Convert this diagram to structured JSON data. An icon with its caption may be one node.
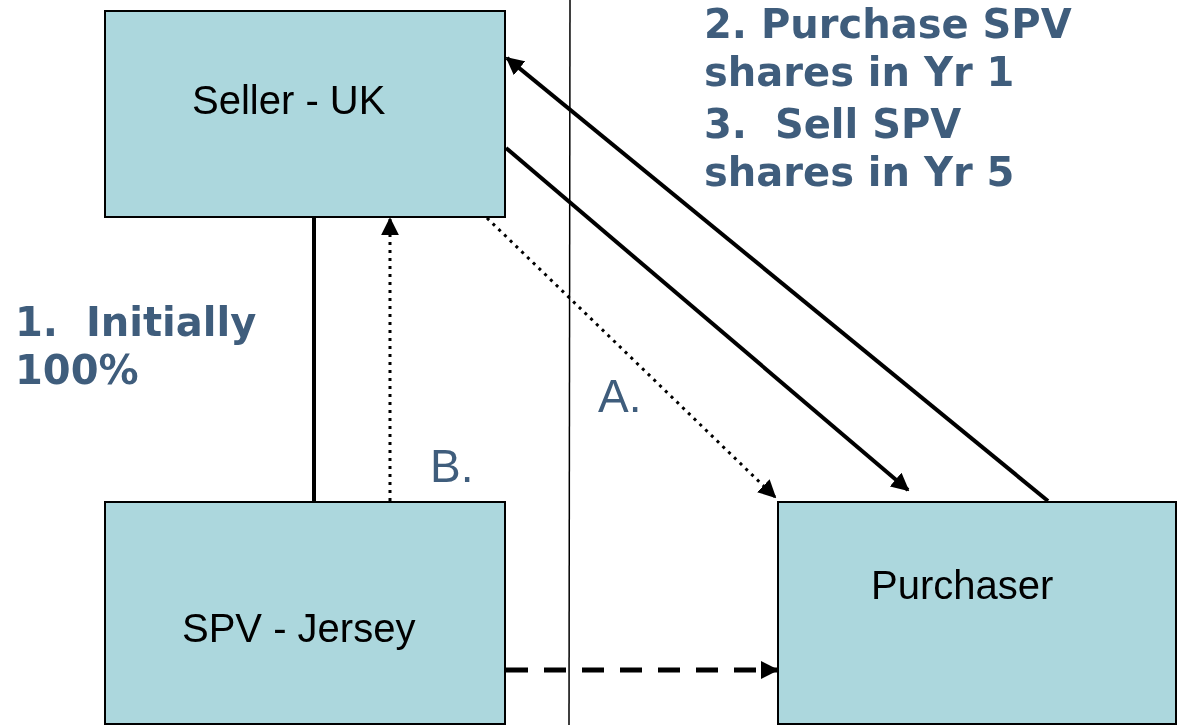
{
  "diagram": {
    "nodes": [
      {
        "text": [
          "Seller - UK"
        ]
      },
      {
        "text": [
          "SPV - Jersey"
        ]
      },
      {
        "text": [
          "Purchaser"
        ]
      }
    ],
    "edges": [
      {
        "from": 0,
        "to": 1,
        "arrow": "none"
      },
      {
        "from": 1,
        "to": 0,
        "arrow": "to",
        "style": "dashed",
        "label": "B."
      },
      {
        "from": 0,
        "to": 2,
        "arrow": "to",
        "style": "dashed",
        "label": "A."
      },
      {
        "from": 0,
        "to": 2,
        "arrow": "to"
      },
      {
        "from": 2,
        "to": 0,
        "arrow": "to"
      },
      {
        "from": 1,
        "to": 2,
        "arrow": "to",
        "style": "dashed"
      }
    ],
    "labels": [
      "2. Purchase SPV shares in Yr 1",
      "3.  Sell SPV shares in Yr 5",
      "1.  Initially 100%"
    ]
  }
}
